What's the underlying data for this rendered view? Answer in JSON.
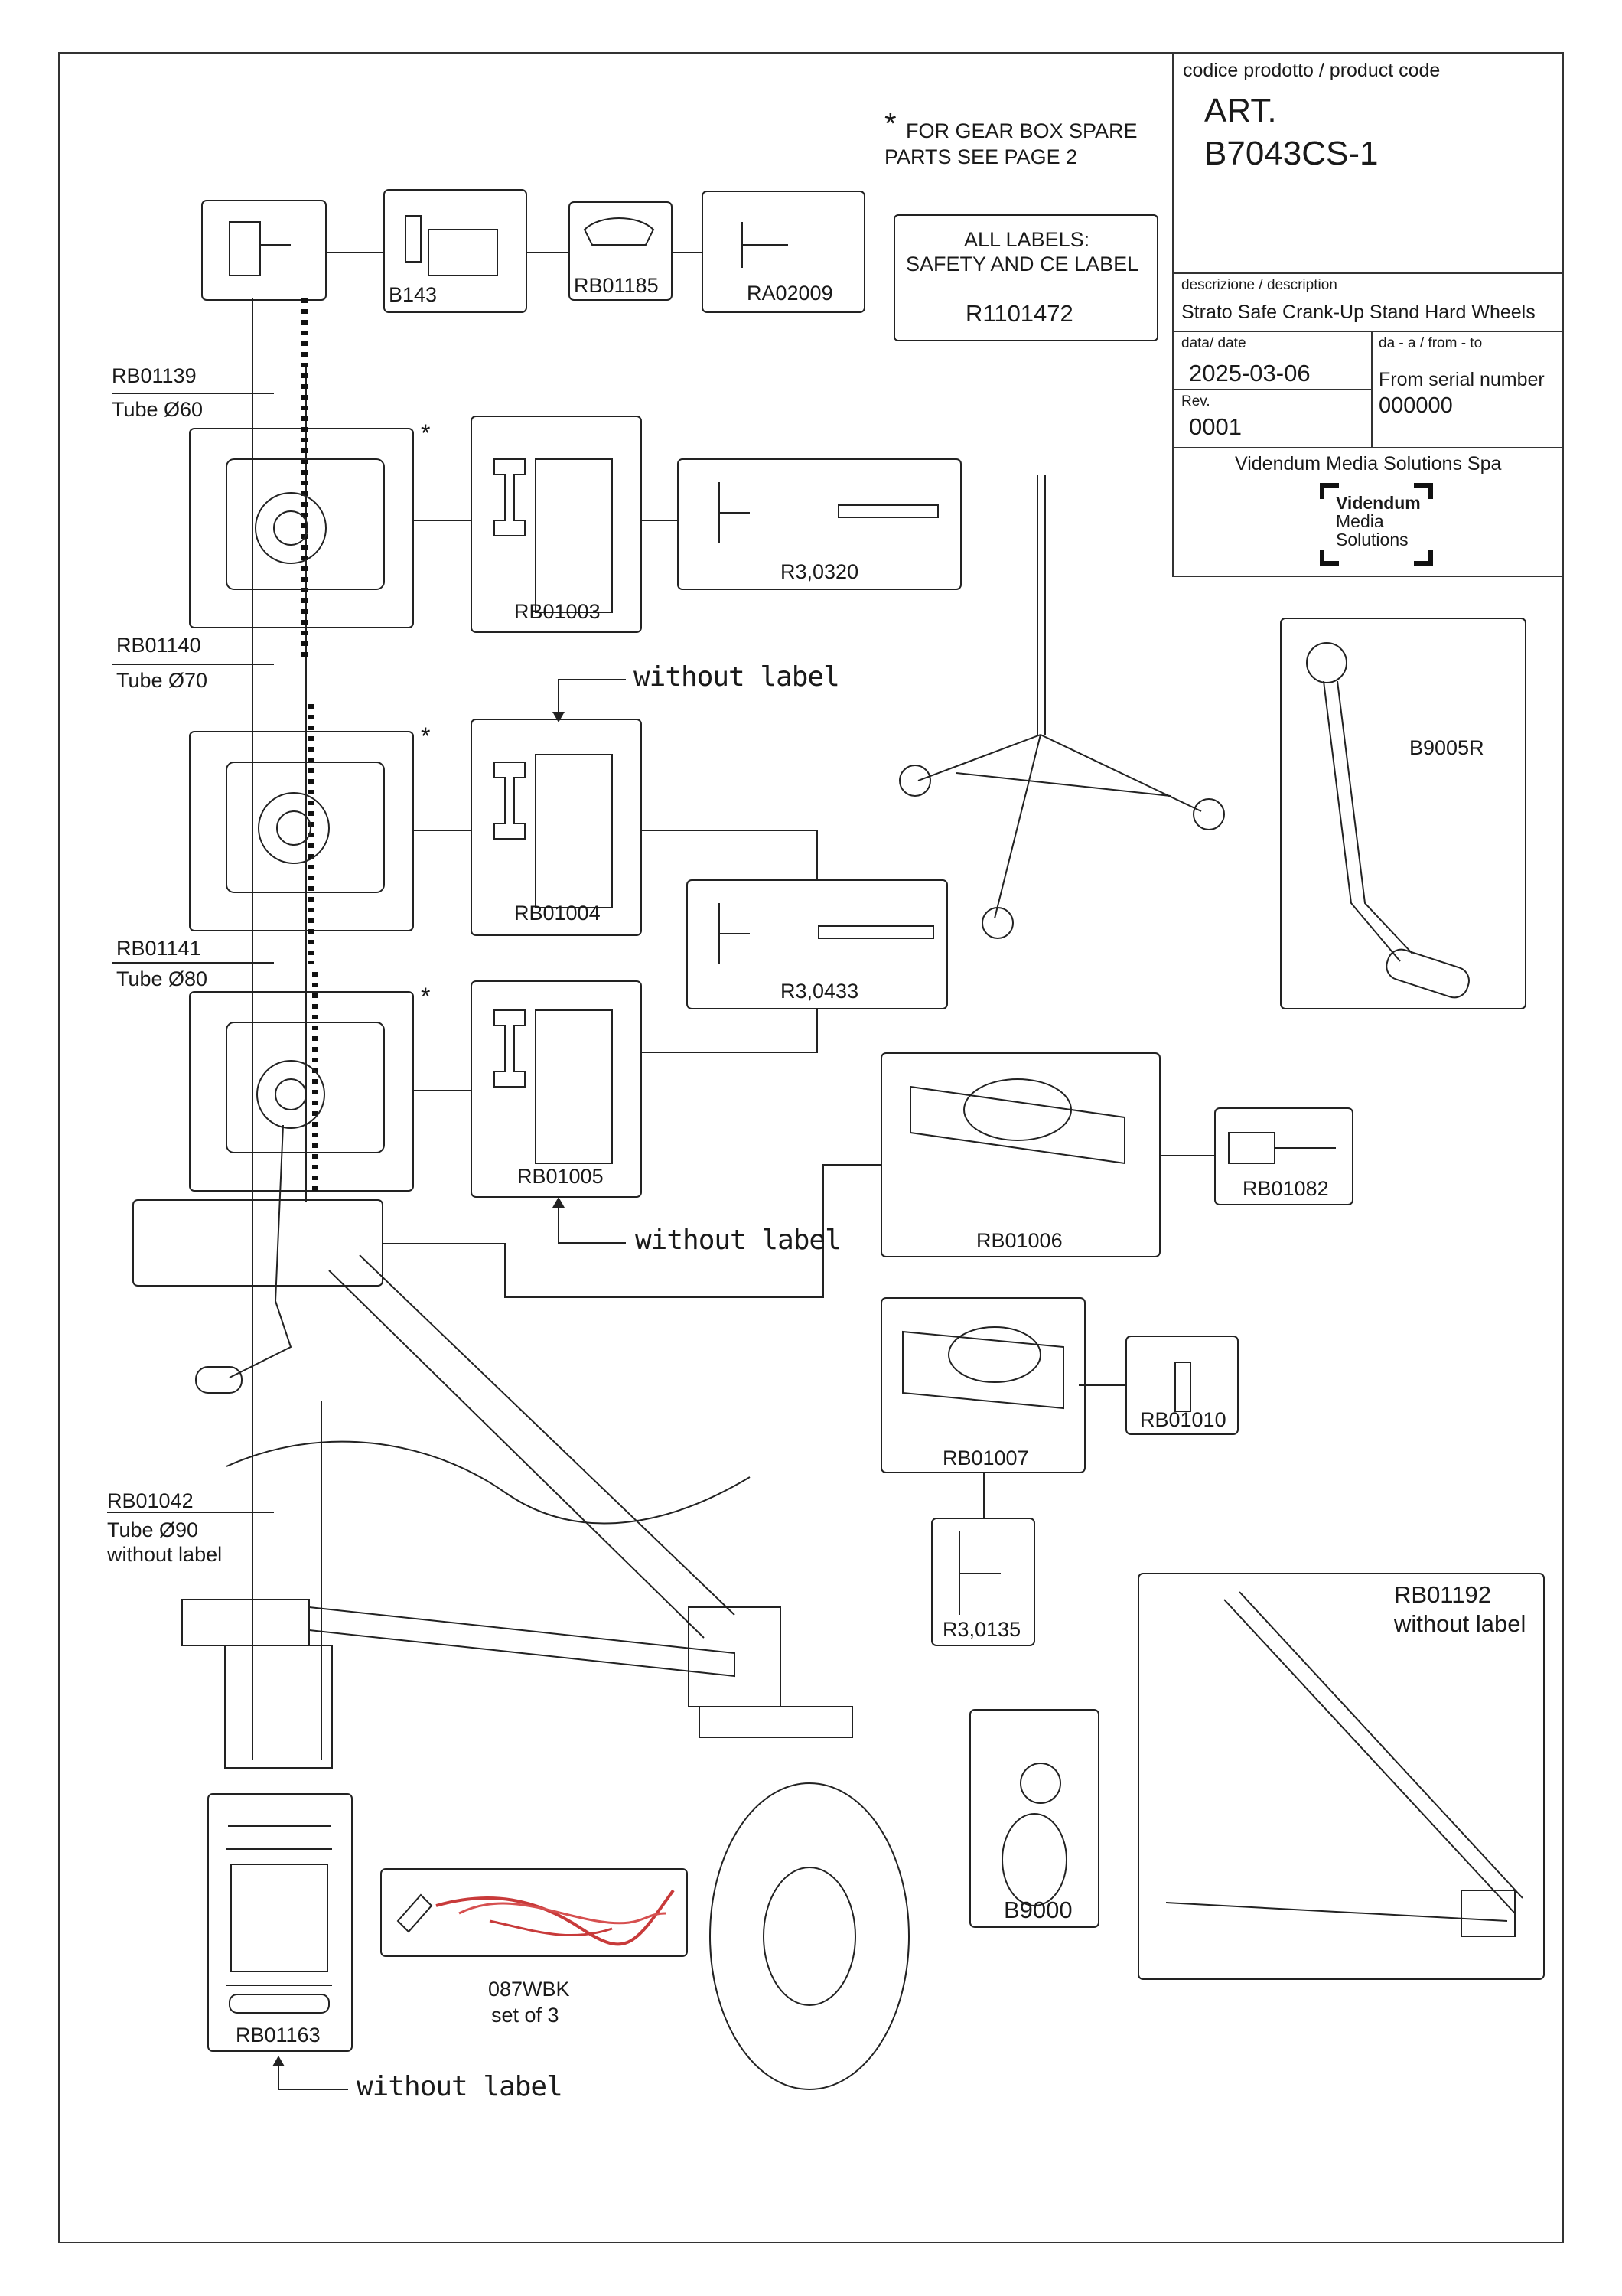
{
  "title_block": {
    "product_code_label": "codice prodotto / product code",
    "art_line1": "ART.",
    "art_line2": "B7043CS-1",
    "description_label": "descrizione / description",
    "description": "Strato Safe Crank-Up Stand Hard Wheels",
    "date_label": "data/ date",
    "date": "2025-03-06",
    "from_to_label": "da - a / from - to",
    "from_serial_label": "From serial number",
    "serial": "000000",
    "rev_label": "Rev.",
    "rev": "0001",
    "company": "Videndum Media Solutions Spa",
    "logo_lines": [
      "Videndum",
      "Media",
      "Solutions"
    ]
  },
  "notes": {
    "gearbox_star": "*",
    "gearbox_line1": "FOR GEAR BOX SPARE",
    "gearbox_line2": "PARTS SEE PAGE 2",
    "labels_line1": "ALL LABELS:",
    "labels_line2": "SAFETY AND CE LABEL",
    "labels_code": "R1101472"
  },
  "parts": {
    "b143": "B143",
    "rb01185": "RB01185",
    "ra02009": "RA02009",
    "rb01139": "RB01139",
    "tube60": "Tube Ø60",
    "rb01140": "RB01140",
    "tube70": "Tube Ø70",
    "rb01141": "RB01141",
    "tube80": "Tube Ø80",
    "rb01003": "RB01003",
    "r3_0320": "R3,0320",
    "rb01004": "RB01004",
    "r3_0433": "R3,0433",
    "rb01005": "RB01005",
    "b9005r": "B9005R",
    "rb01006": "RB01006",
    "rb01082": "RB01082",
    "rb01007": "RB01007",
    "rb01010": "RB01010",
    "r3_0135": "R3,0135",
    "rb01042": "RB01042",
    "tube90": "Tube Ø90",
    "tube90_note": "without label",
    "b9000": "B9000",
    "rb01192": "RB01192",
    "rb01192_note": "without label",
    "wbk": "087WBK",
    "wbk_note": "set of 3",
    "rb01163": "RB01163",
    "star": "*"
  },
  "callouts": {
    "without_label": "without label"
  }
}
